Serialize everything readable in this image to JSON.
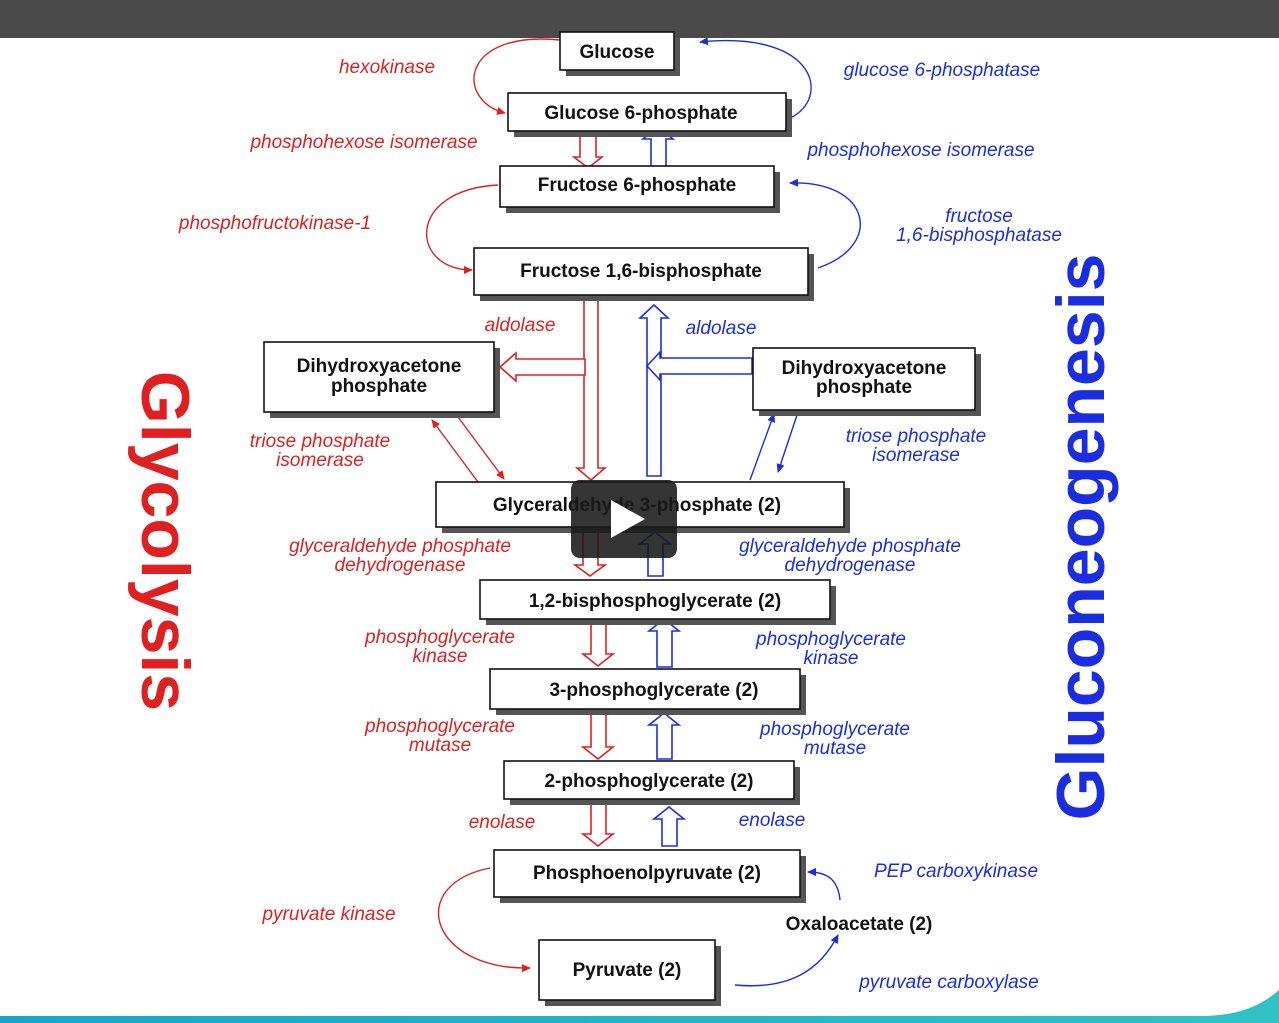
{
  "metabolites": {
    "glucose": "Glucose",
    "g6p": "Glucose 6-phosphate",
    "f6p": "Fructose 6-phosphate",
    "f16bp": "Fructose 1,6-bisphosphate",
    "dhap_left_1": "Dihydroxyacetone",
    "dhap_left_2": "phosphate",
    "dhap_right_1": "Dihydroxyacetone",
    "dhap_right_2": "phosphate",
    "g3p": "Glyceraldehyde 3-phosphate (2)",
    "bpg": "1,2-bisphosphoglycerate (2)",
    "pg3": "3-phosphoglycerate (2)",
    "pg2": "2-phosphoglycerate (2)",
    "pep": "Phosphoenolpyruvate (2)",
    "pyruvate": "Pyruvate (2)",
    "oxaloacetate": "Oxaloacetate (2)"
  },
  "glycolysis_enzymes": {
    "hexokinase": "hexokinase",
    "phi": "phosphohexose isomerase",
    "pfk": "phosphofructokinase-1",
    "aldolase": "aldolase",
    "tpi_1": "triose phosphate",
    "tpi_2": "isomerase",
    "gapdh_1": "glyceraldehyde phosphate",
    "gapdh_2": "dehydrogenase",
    "pgk_1": "phosphoglycerate",
    "pgk_2": "kinase",
    "pgm_1": "phosphoglycerate",
    "pgm_2": "mutase",
    "enolase": "enolase",
    "pk": "pyruvate kinase"
  },
  "gluconeogenesis_enzymes": {
    "g6pase": "glucose 6-phosphatase",
    "phi": "phosphohexose isomerase",
    "fbpase_1": "fructose",
    "fbpase_2": "1,6-bisphosphatase",
    "aldolase": "aldolase",
    "tpi_1": "triose phosphate",
    "tpi_2": "isomerase",
    "gapdh_1": "glyceraldehyde phosphate",
    "gapdh_2": "dehydrogenase",
    "pgk_1": "phosphoglycerate",
    "pgk_2": "kinase",
    "pgm_1": "phosphoglycerate",
    "pgm_2": "mutase",
    "enolase": "enolase",
    "pepck": "PEP carboxykinase",
    "pc": "pyruvate carboxylase"
  },
  "titles": {
    "glycolysis": "Glycolysis",
    "gluconeogenesis": "Gluconeogenesis"
  },
  "colors": {
    "glycolysis": "#e02020",
    "gluconeogenesis": "#1a2ee0",
    "top_bar": "#4a4a4a"
  },
  "icons": {
    "play": "play-icon"
  }
}
